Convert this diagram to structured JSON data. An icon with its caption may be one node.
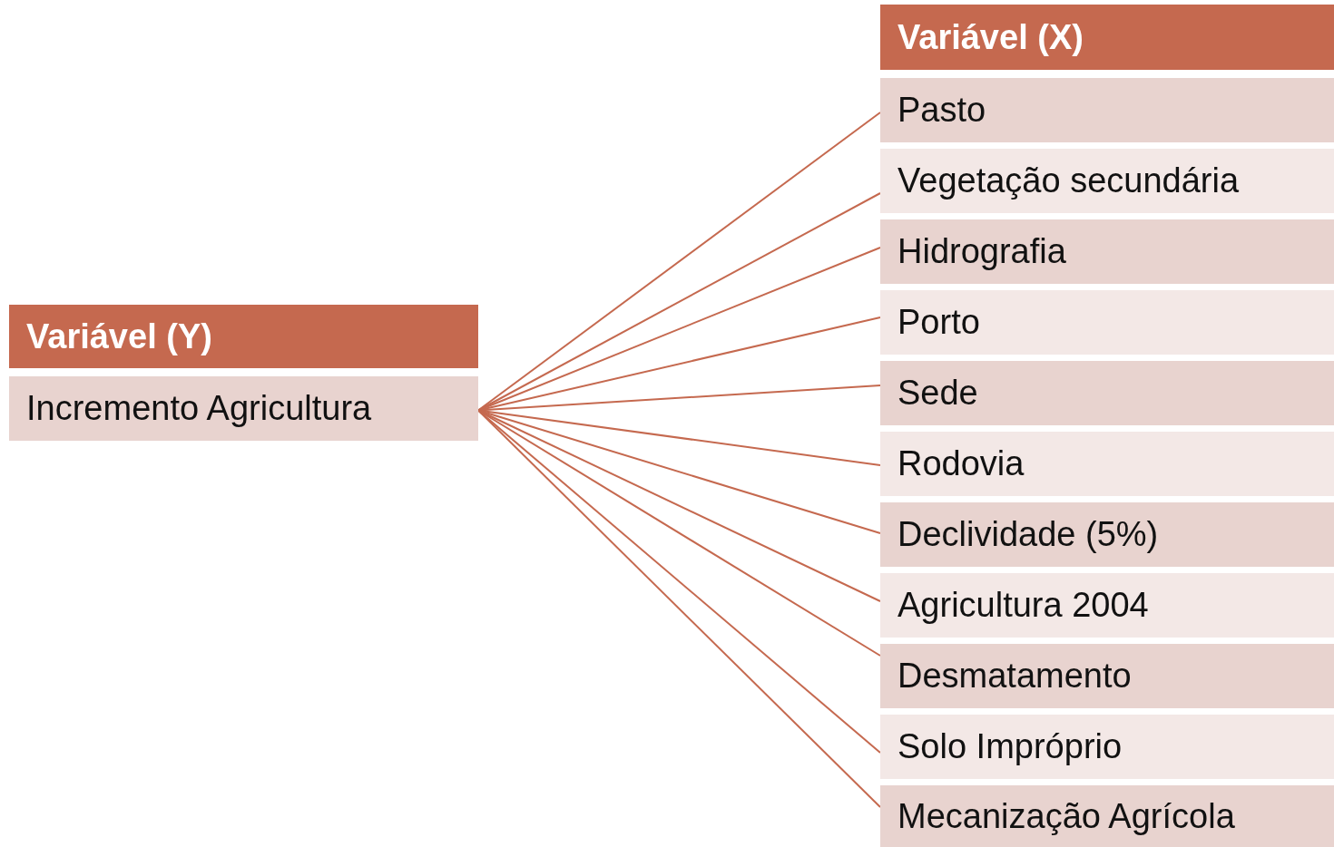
{
  "diagram": {
    "nodes": [
      {
        "text": [
          "Variável (Y)"
        ]
      },
      {
        "text": [
          "Incremento Agricultura"
        ]
      },
      {
        "text": [
          "Variável (X)"
        ]
      },
      {
        "text": [
          "Pasto"
        ]
      },
      {
        "text": [
          "Vegetação secundária"
        ]
      },
      {
        "text": [
          "Hidrografia"
        ]
      },
      {
        "text": [
          "Porto"
        ]
      },
      {
        "text": [
          "Sede"
        ]
      },
      {
        "text": [
          "Rodovia"
        ]
      },
      {
        "text": [
          "Declividade (5%)"
        ]
      },
      {
        "text": [
          "Agricultura 2004"
        ]
      },
      {
        "text": [
          "Desmatamento"
        ]
      },
      {
        "text": [
          "Solo Impróprio"
        ]
      },
      {
        "text": [
          "Mecanização Agrícola"
        ]
      }
    ],
    "edges": [
      {
        "from": 1,
        "to": 3,
        "arrow": "none"
      },
      {
        "from": 1,
        "to": 4,
        "arrow": "none"
      },
      {
        "from": 1,
        "to": 5,
        "arrow": "none"
      },
      {
        "from": 1,
        "to": 6,
        "arrow": "none"
      },
      {
        "from": 1,
        "to": 7,
        "arrow": "none"
      },
      {
        "from": 1,
        "to": 8,
        "arrow": "none"
      },
      {
        "from": 1,
        "to": 9,
        "arrow": "none"
      },
      {
        "from": 1,
        "to": 10,
        "arrow": "none"
      },
      {
        "from": 1,
        "to": 11,
        "arrow": "none"
      },
      {
        "from": 1,
        "to": 12,
        "arrow": "none"
      },
      {
        "from": 1,
        "to": 13,
        "arrow": "none"
      }
    ]
  }
}
